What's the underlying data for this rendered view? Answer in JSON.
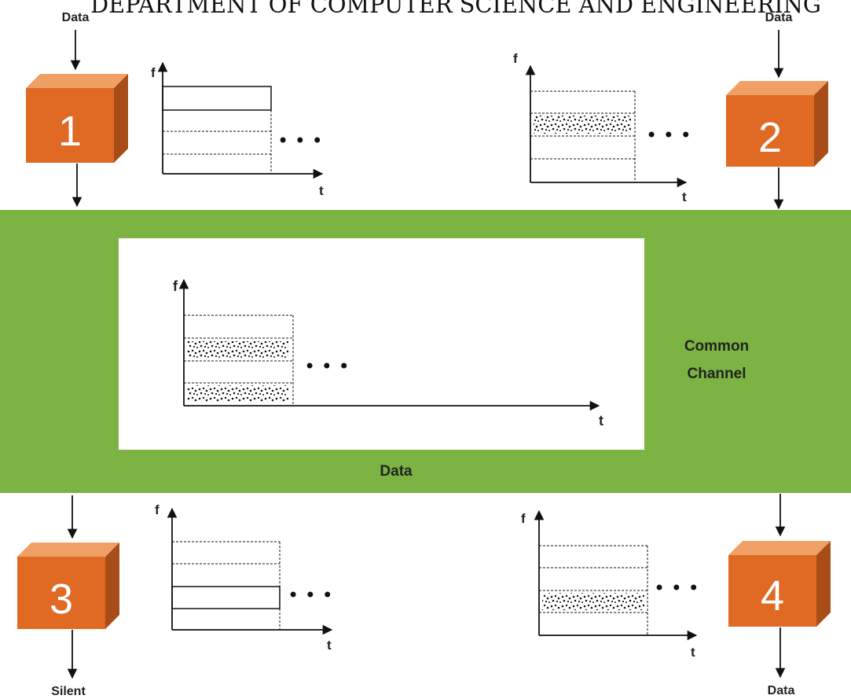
{
  "header": {
    "text": "DEPARTMENT OF COMPUTER SCIENCE AND ENGINEERING"
  },
  "colors": {
    "channel": "#7cb342",
    "box_front": "#e06a24",
    "box_top": "#f0a064",
    "box_side": "#a84d18",
    "number": "#ffffff",
    "dots": "#111111"
  },
  "channel": {
    "title_line1": "Common",
    "title_line2": "Channel",
    "data_label": "Data",
    "plot": {
      "y_label": "f",
      "x_label": "t",
      "ellipsis": "• • •"
    }
  },
  "stations": [
    {
      "number": "1",
      "in_label": "Data",
      "out_label": "",
      "plot": {
        "y_label": "f",
        "x_label": "t",
        "ellipsis": "• • •"
      }
    },
    {
      "number": "2",
      "in_label": "Data",
      "out_label": "",
      "plot": {
        "y_label": "f",
        "x_label": "t",
        "ellipsis": "• • •"
      }
    },
    {
      "number": "3",
      "in_label": "",
      "out_label": "Silent",
      "plot": {
        "y_label": "f",
        "x_label": "t",
        "ellipsis": "• • •"
      }
    },
    {
      "number": "4",
      "in_label": "",
      "out_label": "Data",
      "plot": {
        "y_label": "f",
        "x_label": "t",
        "ellipsis": "• • •"
      }
    }
  ]
}
